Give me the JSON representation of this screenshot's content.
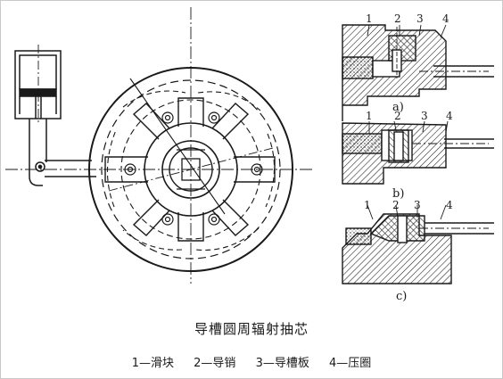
{
  "figure": {
    "caption": "导槽圆周辐射抽芯",
    "legend": [
      {
        "label": "1—滑块"
      },
      {
        "label": "2—导销"
      },
      {
        "label": "3—导槽板"
      },
      {
        "label": "4—压圈"
      }
    ],
    "subfigures": [
      {
        "label": "a)",
        "parts": [
          "1",
          "2",
          "3",
          "4"
        ]
      },
      {
        "label": "b)",
        "parts": [
          "1",
          "2",
          "3",
          "4"
        ]
      },
      {
        "label": "c)",
        "parts": [
          "1",
          "2",
          "3",
          "4"
        ]
      }
    ]
  },
  "style": {
    "ink": "#1a1a1a",
    "background": "#ffffff",
    "frame": "#c9c9c9"
  }
}
